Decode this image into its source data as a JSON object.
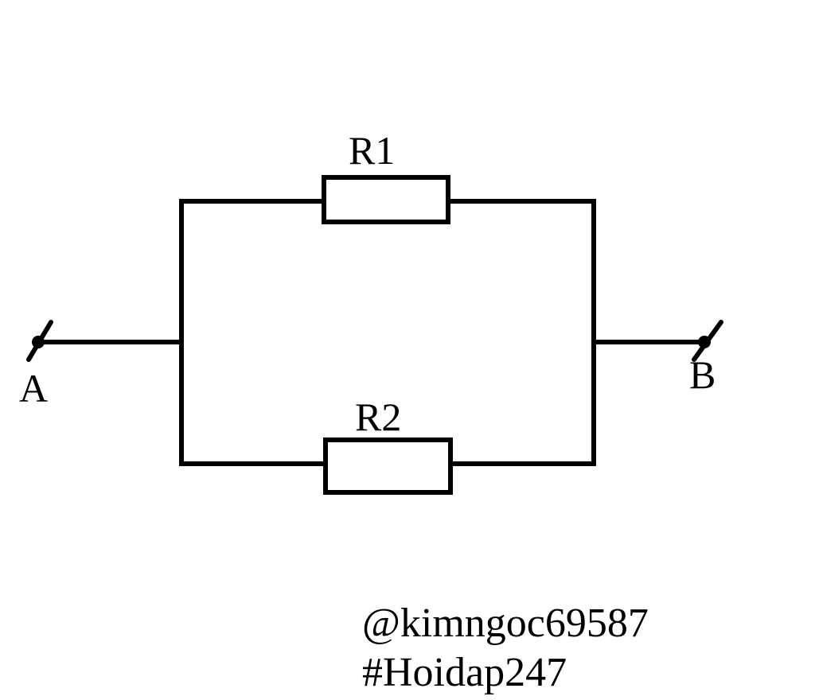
{
  "diagram": {
    "type": "parallel-resistor-circuit",
    "resistors": [
      {
        "label": "R1",
        "branch": "top"
      },
      {
        "label": "R2",
        "branch": "bottom"
      }
    ],
    "terminals": [
      {
        "label": "A",
        "side": "left"
      },
      {
        "label": "B",
        "side": "right"
      }
    ],
    "colors": {
      "line": "#000000",
      "background": "#ffffff"
    }
  },
  "caption": {
    "user": "@kimngoc69587",
    "tag": "#Hoidap247"
  }
}
